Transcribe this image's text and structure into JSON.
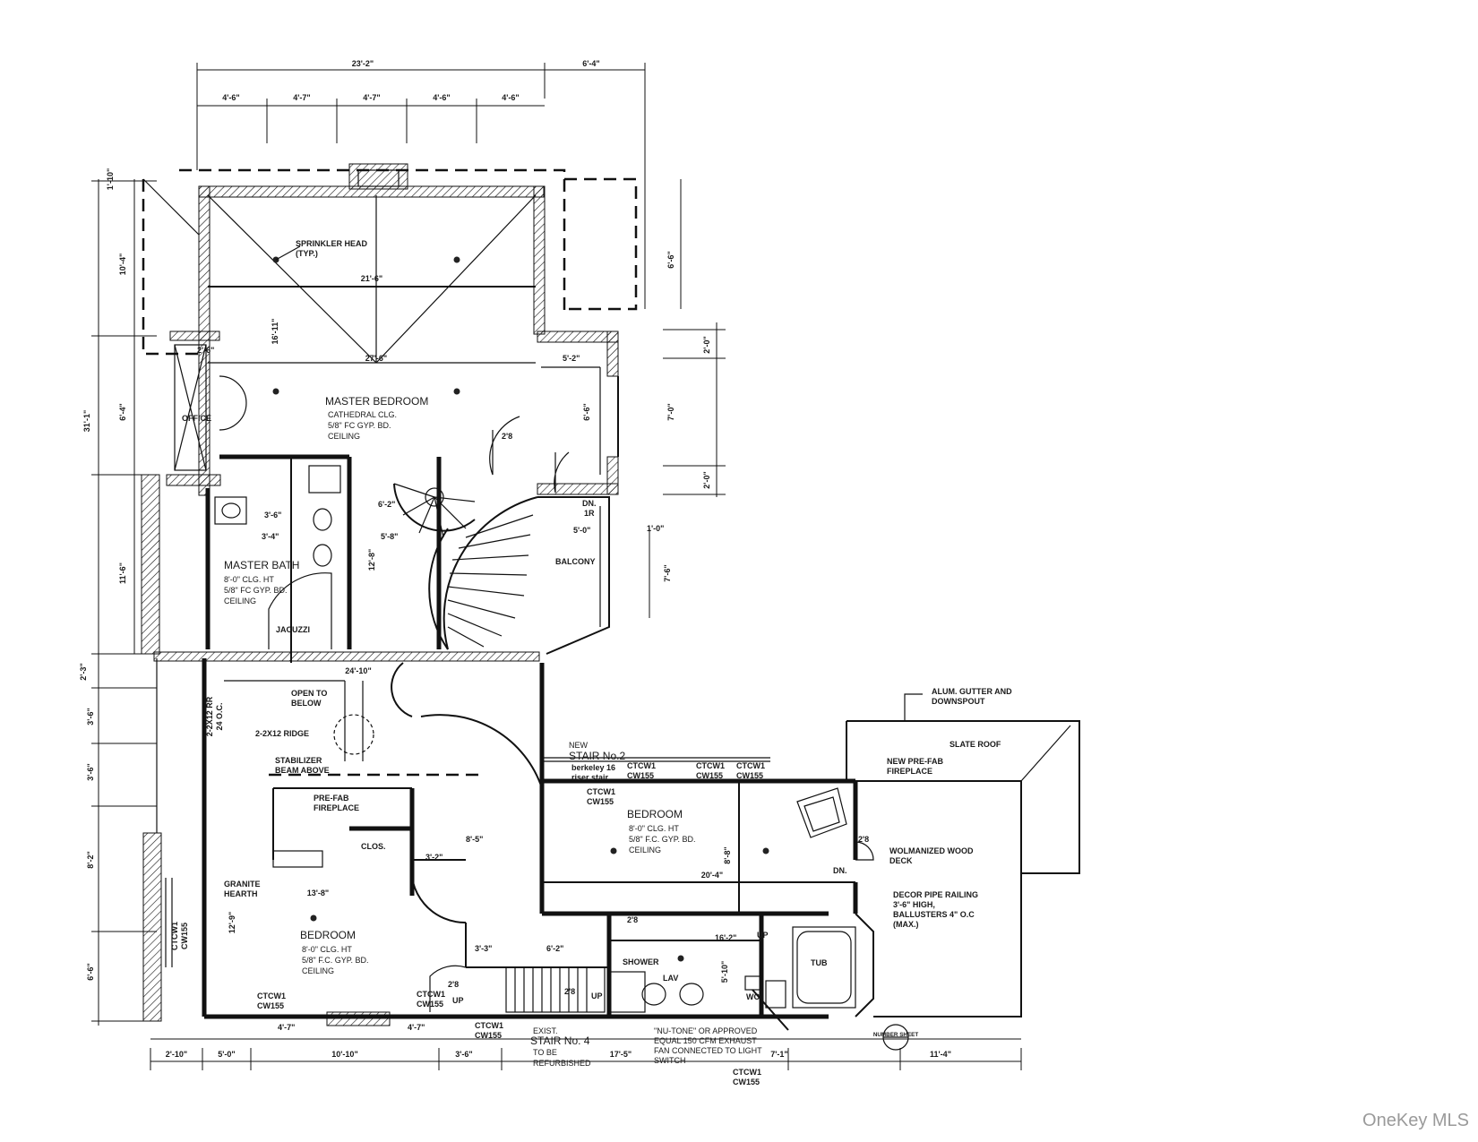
{
  "dimensions": {
    "top_overall": "23'-2\"",
    "top_right": "6'-4\"",
    "top_segments": [
      "4'-6\"",
      "4'-7\"",
      "4'-7\"",
      "4'-6\"",
      "4'-6\""
    ],
    "left_top": "1'-10\"",
    "left_a": "10'-4\"",
    "left_overall": "31'-1\"",
    "left_b": "6'-4\"",
    "left_c": "11'-6\"",
    "left_d": "2'-3\"",
    "left_e": "3'-6\"",
    "left_f": "3'-6\"",
    "left_g": "8'-2\"",
    "left_h": "6'-6\"",
    "right_top": "6'-6\"",
    "right_a": "2'-0\"",
    "right_b": "7'-0\"",
    "right_c": "2'-0\"",
    "right_d": "7'-6\"",
    "right_e": "1'-0\"",
    "bottom_segments": [
      "2'-10\"",
      "5'-0\"",
      "10'-10\"",
      "3'-6\"",
      "17'-5\"",
      "7'-1\"",
      "11'-4\""
    ],
    "inner_21_6": "21'-6\"",
    "inner_16_11": "16'-11\"",
    "inner_24_10": "24'-10\"",
    "inner_27_6": "27'-6\"",
    "inner_2_6": "2'-6\"",
    "inner_5_2": "5'-2\"",
    "inner_6_6": "6'-6\"",
    "inner_2_8a": "2'8",
    "inner_12_8": "12'-8\"",
    "inner_5_0": "5'-0\"",
    "inner_6_2": "6'-2\"",
    "inner_5_8": "5'-8\"",
    "inner_3_4": "3'-4\"",
    "inner_20_4": "20'-4\"",
    "inner_8_8": "8'-8\"",
    "inner_13_8": "13'-8\"",
    "inner_12_9": "12'-9\"",
    "inner_8_5": "8'-5\"",
    "inner_3_2": "3'-2\"",
    "inner_3_3": "3'-3\"",
    "inner_6_2b": "6'-2\"",
    "inner_16_2": "16'-2\"",
    "inner_5_10": "5'-10\"",
    "inner_4_7a": "4'-7\"",
    "inner_4_7b": "4'-7\"",
    "inner_2_8b": "2'8",
    "inner_2_8c": "2'8",
    "inner_2_8d": "2'8",
    "inner_2_8e": "2'8",
    "inner_3_6": "3'-6\""
  },
  "rooms": {
    "master_bedroom": {
      "name": "MASTER BEDROOM",
      "lines": [
        "CATHEDRAL CLG.",
        "5/8\" FC GYP. BD.",
        "CEILING"
      ]
    },
    "master_bath": {
      "name": "MASTER BATH",
      "lines": [
        "8'-0\" CLG. HT",
        "5/8\" FC GYP. BD.",
        "CEILING"
      ]
    },
    "bedroom_center": {
      "name": "BEDROOM",
      "lines": [
        "8'-0\" CLG. HT",
        "5/8\" F.C. GYP. BD.",
        "CEILING"
      ]
    },
    "bedroom_left": {
      "name": "BEDROOM",
      "lines": [
        "8'-0\" CLG. HT",
        "5/8\" F.C. GYP. BD.",
        "CEILING"
      ]
    }
  },
  "labels": {
    "sprinkler_1": "SPRINKLER HEAD",
    "sprinkler_2": "(TYP.)",
    "office": "OFFICE",
    "balcony": "BALCONY",
    "jacuzzi": "JACUZZI",
    "open_below_1": "OPEN TO",
    "open_below_2": "BELOW",
    "ridge": "2-2X12 RIDGE",
    "stabilizer_1": "STABILIZER",
    "stabilizer_2": "BEAM ABOVE",
    "prefab_1": "PRE-FAB",
    "prefab_2": "FIREPLACE",
    "clos": "CLOS.",
    "granite_1": "GRANITE",
    "granite_2": "HEARTH",
    "dn_1r": "DN.",
    "dn_1r_b": "1R",
    "dn": "DN.",
    "up_1": "UP",
    "up_2": "UP",
    "up_3": "UP",
    "shower": "SHOWER",
    "lav": "LAV",
    "tub": "TUB",
    "wc": "WC",
    "slate_roof": "SLATE ROOF",
    "gutter_1": "ALUM. GUTTER AND",
    "gutter_2": "DOWNSPOUT",
    "new_fireplace_1": "NEW PRE-FAB",
    "new_fireplace_2": "FIREPLACE",
    "deck_1": "WOLMANIZED WOOD",
    "deck_2": "DECK",
    "railing_1": "DECOR PIPE RAILING",
    "railing_2": "3'-6\" HIGH,",
    "railing_3": "BALLUSTERS 4\" O.C",
    "railing_4": "(MAX.)",
    "stair2_1": "NEW",
    "stair2_2": "STAIR No.2",
    "stair2_3": "berkeley 16",
    "stair2_4": "riser stair",
    "stair4_1": "EXIST.",
    "stair4_2": "STAIR No. 4",
    "stair4_3": "TO BE",
    "stair4_4": "REFURBISHED",
    "fan_1": "\"NU-TONE\" OR APPROVED",
    "fan_2": "EQUAL 150 CFM EXHAUST",
    "fan_3": "FAN CONNECTED TO LIGHT",
    "fan_4": "SWITCH",
    "window_tag": "CTCW1",
    "window_tag_b": "CW155",
    "beam_a": "2-2X12 RR",
    "beam_b": "24 O.C.",
    "number_sheet": "NUMBER SHEET"
  },
  "watermark": "OneKey MLS"
}
